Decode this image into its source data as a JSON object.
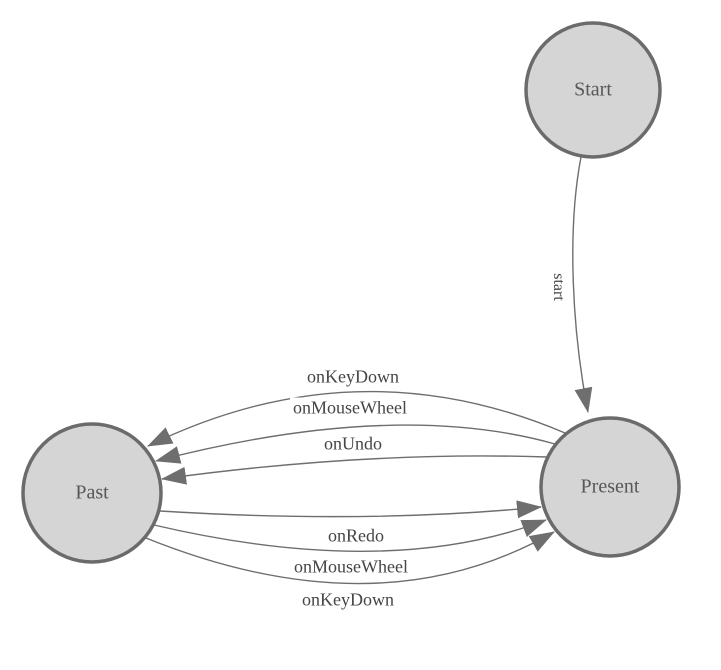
{
  "diagram": {
    "type": "state-machine",
    "colors": {
      "bg": "#ffffff",
      "node-fill": "#d5d5d5",
      "node-stroke": "#6b6b6b",
      "edge-color": "#6e6e6e",
      "node-label-color": "#575757",
      "edge-label-color": "#454545"
    },
    "nodes": [
      {
        "id": "start",
        "label": "Start"
      },
      {
        "id": "present",
        "label": "Present"
      },
      {
        "id": "past",
        "label": "Past"
      }
    ],
    "edges": [
      {
        "from": "start",
        "to": "present",
        "label": "start"
      },
      {
        "from": "present",
        "to": "past",
        "label": "onKeyDown"
      },
      {
        "from": "present",
        "to": "past",
        "label": "onMouseWheel"
      },
      {
        "from": "present",
        "to": "past",
        "label": "onUndo"
      },
      {
        "from": "past",
        "to": "present",
        "label": "onRedo"
      },
      {
        "from": "past",
        "to": "present",
        "label": "onMouseWheel"
      },
      {
        "from": "past",
        "to": "present",
        "label": "onKeyDown"
      }
    ]
  }
}
